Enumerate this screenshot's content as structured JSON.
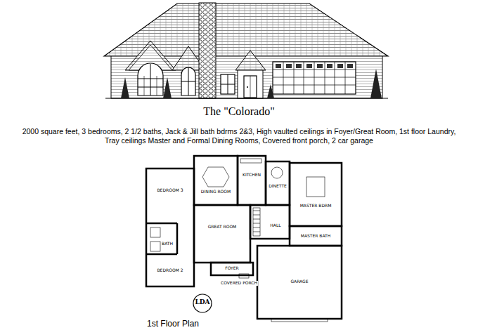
{
  "diagram": {
    "title": "The \"Colorado\"",
    "caption": "2000 square feet, 3 bedrooms, 2 1/2 baths, Jack & Jill bath bdrms 2&3, High vaulted ceilings in Foyer/Great Room, 1st floor Laundry, Tray ceilings Master and Formal Dining Rooms, Covered front porch, 2 car garage",
    "labels": [
      "BEDROOM 3",
      "DINING ROOM",
      "KITCHEN",
      "DINETTE",
      "MASTER BDRM",
      "BATH",
      "GREAT ROOM",
      "HALL",
      "MASTER BATH",
      "BEDROOM 2",
      "FOYER",
      "COVERED PORCH",
      "GARAGE",
      "LDA",
      "1st Floor Plan"
    ]
  }
}
